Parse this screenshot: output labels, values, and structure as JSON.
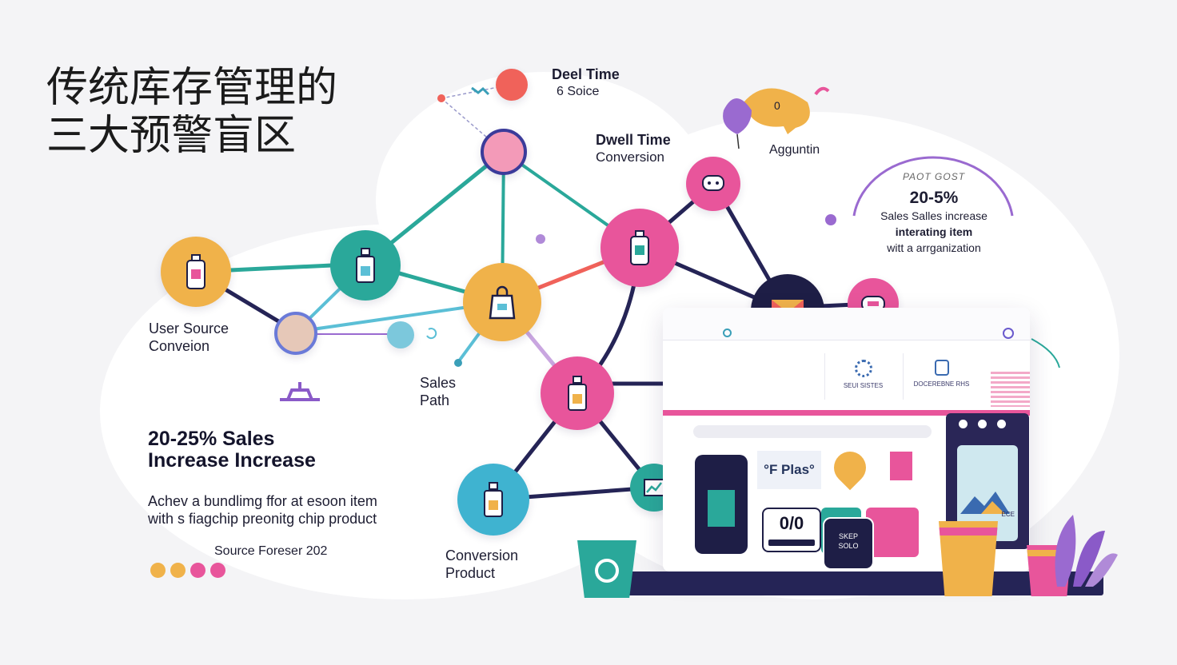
{
  "title": {
    "line1": "传统库存管理的",
    "line2": "三大预警盲区"
  },
  "labels": {
    "top_right_1": {
      "line1": "Deel Time",
      "line2": "6 Soice"
    },
    "dwell": {
      "line1": "Dwell Time",
      "line2": "Conversion"
    },
    "argument": "Agguntin",
    "user_source": {
      "line1": "User Source",
      "line2": "Conveion"
    },
    "sales_path": {
      "line1": "Sales",
      "line2": "Path"
    },
    "conversion_product": {
      "line1": "Conversion",
      "line2": "Product"
    },
    "speech_bubble": "0"
  },
  "stats": {
    "title_line1": "20-25% Sales",
    "title_line2": "Increase Increase",
    "desc_line1": "Achev a bundlimg ffor at esoon item",
    "desc_line2": "with s fiagchip preonitg chip product",
    "source": "Source Foreser 202",
    "dots": [
      "#f0b24a",
      "#f0b24a",
      "#e8559b",
      "#e8559b"
    ]
  },
  "right_card": {
    "caption": "PAOT GOST",
    "big": "20-5%",
    "line1": "Sales Salles increase",
    "line2": "interating item",
    "line3": "witt a arrganization"
  },
  "browser": {
    "tile1": "SEUI SISTES",
    "tile2": "DOCEREBNE RHS",
    "brand": "°F Plas°",
    "price": "0/0",
    "sale_line1": "SKEP",
    "sale_line2": "SOLO",
    "panel_label": "ECE"
  },
  "colors": {
    "orange": "#f0b24a",
    "teal": "#2aa89a",
    "pink": "#e8559b",
    "navy": "#1e1e46",
    "light_blue": "#5bbfd6",
    "purple": "#9a6ad0",
    "coral": "#f0625a"
  },
  "icons": [
    "bottle-icon",
    "jar-icon",
    "bag-icon",
    "envelope-icon",
    "tag-icon",
    "chart-icon",
    "recycle-icon",
    "box-icon"
  ]
}
